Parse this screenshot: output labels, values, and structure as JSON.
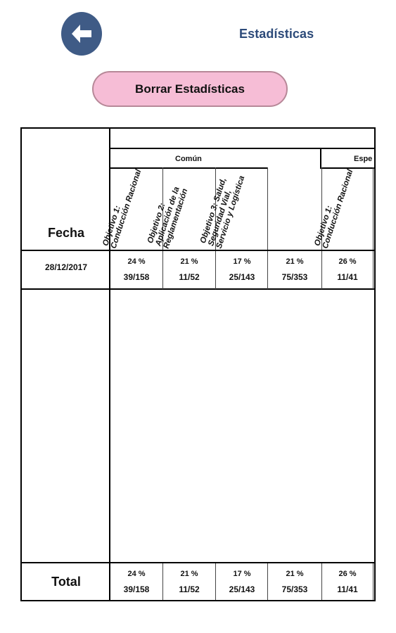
{
  "header": {
    "title": "Estadísticas",
    "back_icon": "arrow-left-icon",
    "clear_button": "Borrar Estadísticas"
  },
  "colors": {
    "back_button": "#3f5b86",
    "title": "#2d4b7a",
    "clear_button_bg": "#f6bdd6",
    "clear_button_border": "#b78898"
  },
  "table": {
    "fecha_header": "Fecha",
    "groups": [
      "Común",
      "Espe"
    ],
    "objectives": [
      "Objetivo 1: Conducción Racional",
      "Objetivo 2: Aplicación de la Reglamentación",
      "Objetivo 3: Salud, Seguridad Vial, Servicio y Logística",
      "",
      "Objetivo 1: Conducción Racional"
    ],
    "rows": [
      {
        "date": "28/12/2017",
        "cells": [
          {
            "pct": "24 %",
            "ratio": "39/158"
          },
          {
            "pct": "21 %",
            "ratio": "11/52"
          },
          {
            "pct": "17 %",
            "ratio": "25/143"
          },
          {
            "pct": "21 %",
            "ratio": "75/353"
          },
          {
            "pct": "26 %",
            "ratio": "11/41"
          }
        ]
      }
    ],
    "total": {
      "label": "Total",
      "cells": [
        {
          "pct": "24 %",
          "ratio": "39/158"
        },
        {
          "pct": "21 %",
          "ratio": "11/52"
        },
        {
          "pct": "17 %",
          "ratio": "25/143"
        },
        {
          "pct": "21 %",
          "ratio": "75/353"
        },
        {
          "pct": "26 %",
          "ratio": "11/41"
        }
      ]
    }
  }
}
